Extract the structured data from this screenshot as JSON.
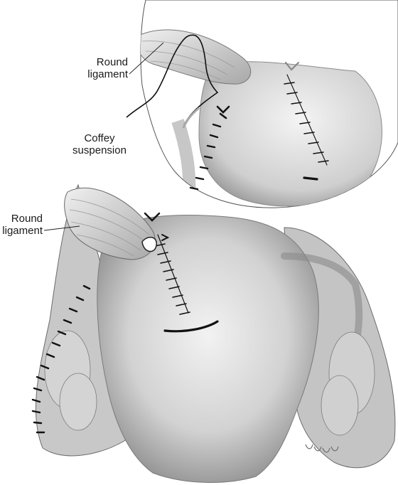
{
  "labels": {
    "round_ligament_inset_line1": "Round",
    "round_ligament_inset_line2": "ligament",
    "coffey_line1": "Coffey",
    "coffey_line2": "suspension",
    "round_ligament_main_line1": "Round",
    "round_ligament_main_line2": "ligament"
  },
  "colors": {
    "tissue_light": "#e6e6e6",
    "tissue_mid": "#bdbdbd",
    "tissue_dark": "#7a7a7a",
    "suture": "#111111"
  }
}
